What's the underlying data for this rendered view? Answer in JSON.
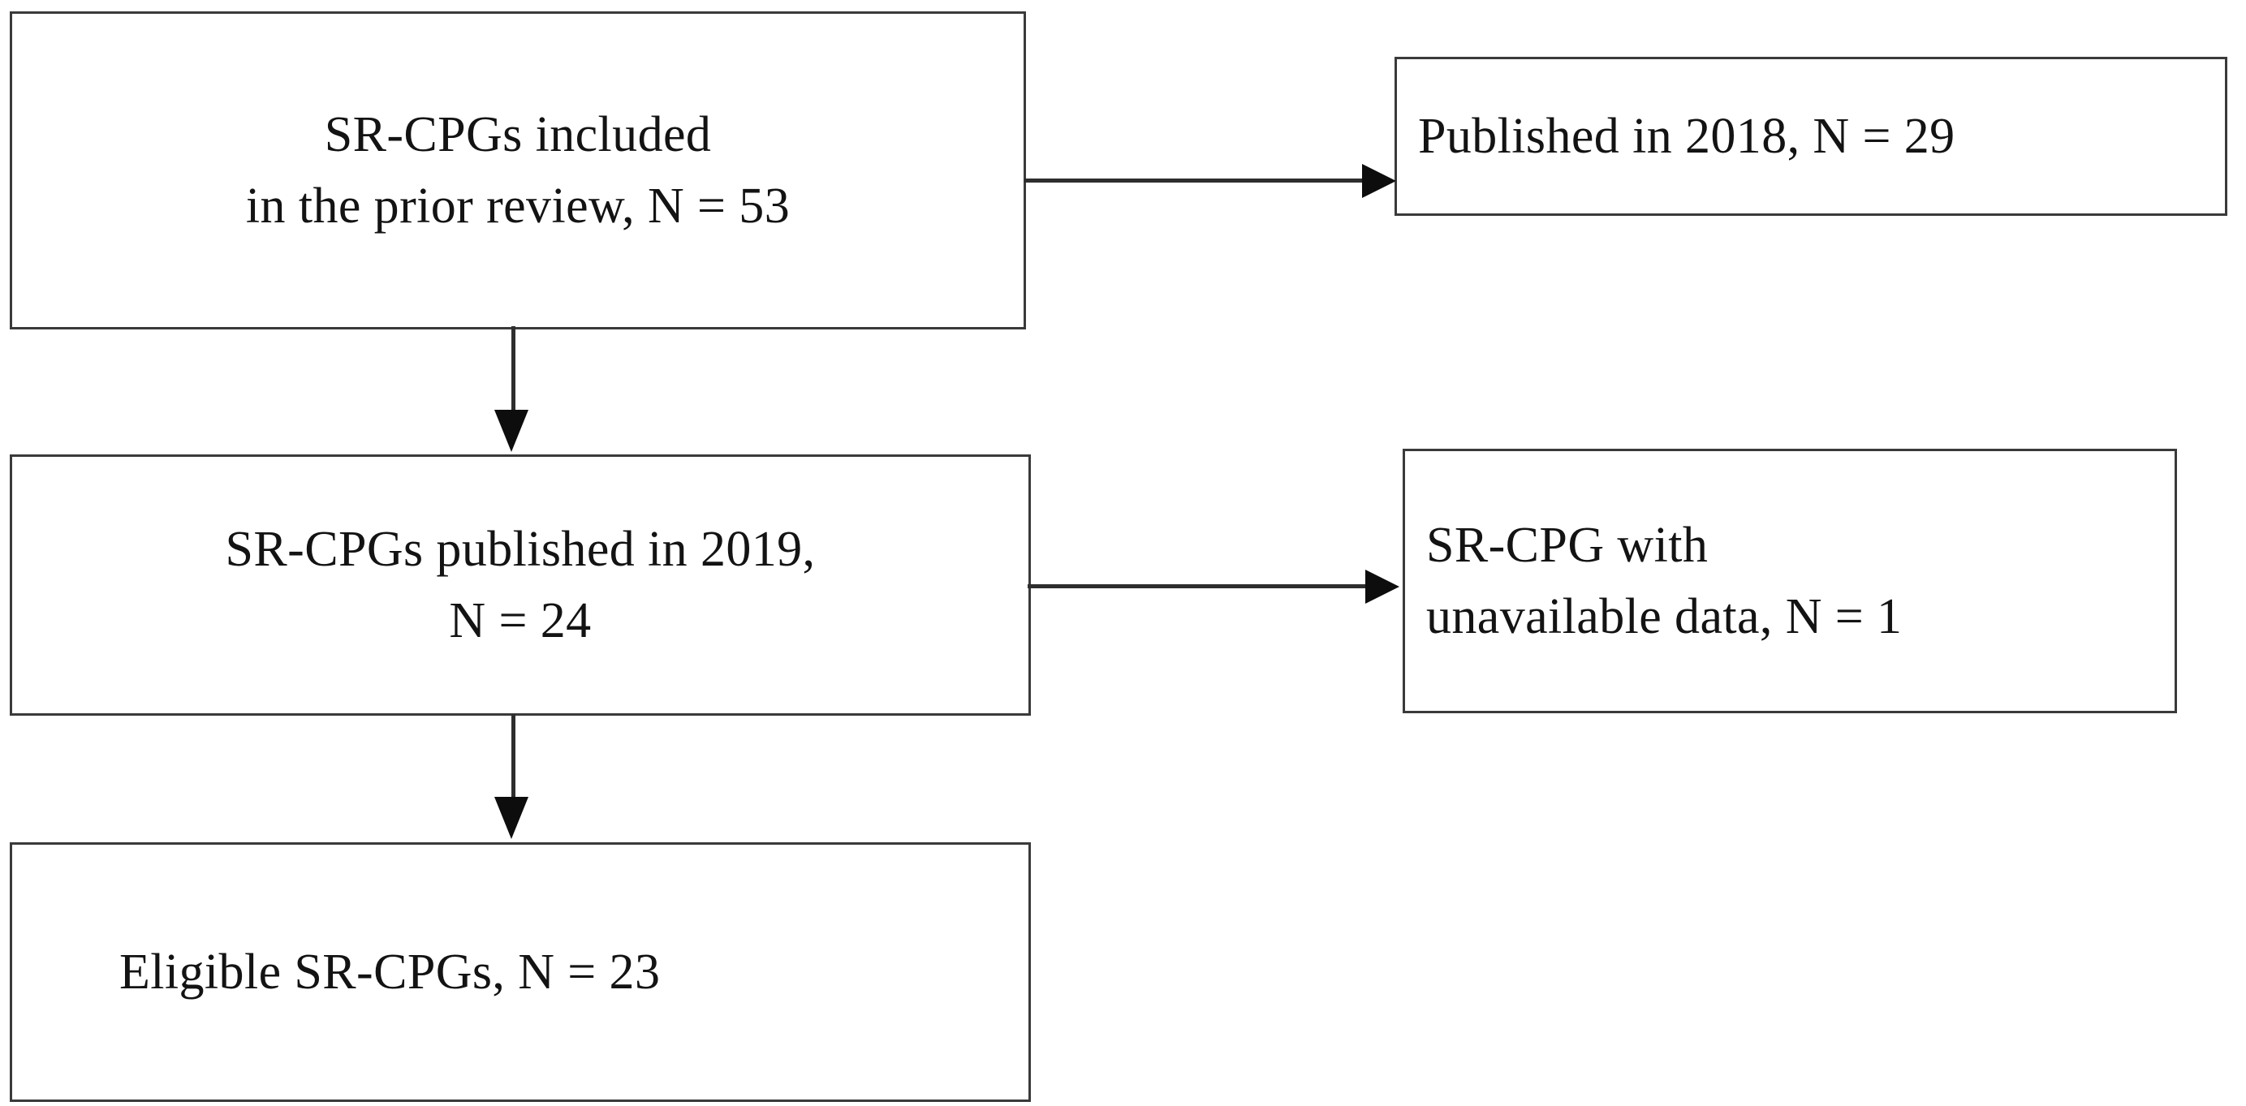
{
  "diagram": {
    "type": "flowchart",
    "title": "SR-CPG study selection flow",
    "colors": {
      "box_border": "#3a3a3a",
      "connector": "#2e2e2e",
      "text": "#131313",
      "background": "#ffffff"
    },
    "boxes": [
      {
        "id": "prior-review",
        "text": "SR-CPGs included\nin the prior review, N = 53",
        "align": "center",
        "count": 53
      },
      {
        "id": "published-2018",
        "text": "Published in 2018, N = 29",
        "align": "left",
        "count": 29
      },
      {
        "id": "published-2019",
        "text": "SR-CPGs published  in 2019,\nN = 24",
        "align": "center",
        "count": 24
      },
      {
        "id": "unavailable",
        "text": "SR-CPG with\nunavailable  data, N = 1",
        "align": "left",
        "count": 1
      },
      {
        "id": "eligible",
        "text": "Eligible SR-CPGs, N = 23",
        "align": "left",
        "count": 23
      }
    ],
    "connectors": [
      {
        "id": "prior-review-to-published-2018",
        "from": "prior-review",
        "to": "published-2018",
        "direction": "right"
      },
      {
        "id": "published-2019-to-unavailable",
        "from": "published-2019",
        "to": "unavailable",
        "direction": "right"
      },
      {
        "id": "prior-review-to-published-2019",
        "from": "prior-review",
        "to": "published-2019",
        "direction": "down"
      },
      {
        "id": "published-2019-to-eligible",
        "from": "published-2019",
        "to": "eligible",
        "direction": "down"
      }
    ]
  }
}
